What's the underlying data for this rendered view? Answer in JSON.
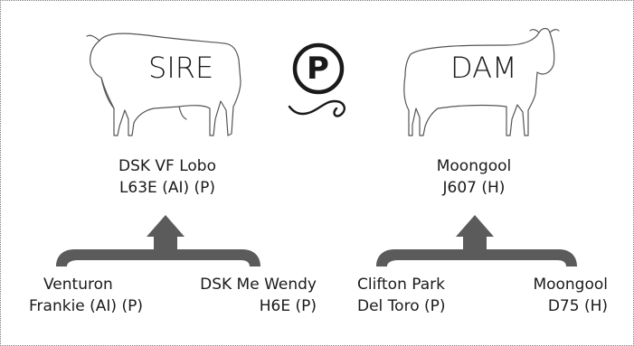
{
  "sire": {
    "heading": "SIRE",
    "name_line1": "DSK VF Lobo",
    "name_line2": "L63E (AI) (P)",
    "parents": [
      {
        "line1": "Venturon",
        "line2": "Frankie (AI) (P)"
      },
      {
        "line1": "DSK Me Wendy",
        "line2": "H6E (P)"
      }
    ]
  },
  "dam": {
    "heading": "DAM",
    "name_line1": "Moongool",
    "name_line2": "J607 (H)",
    "parents": [
      {
        "line1": "Clifton Park",
        "line2": "Del Toro (P)"
      },
      {
        "line1": "Moongool",
        "line2": "D75 (H)"
      }
    ]
  },
  "poll_symbol": {
    "letter": "P",
    "icon": "poll-rope-icon"
  },
  "colors": {
    "line": "#2b2b2b",
    "arrow": "#5b5b5b",
    "outline": "#555555"
  }
}
